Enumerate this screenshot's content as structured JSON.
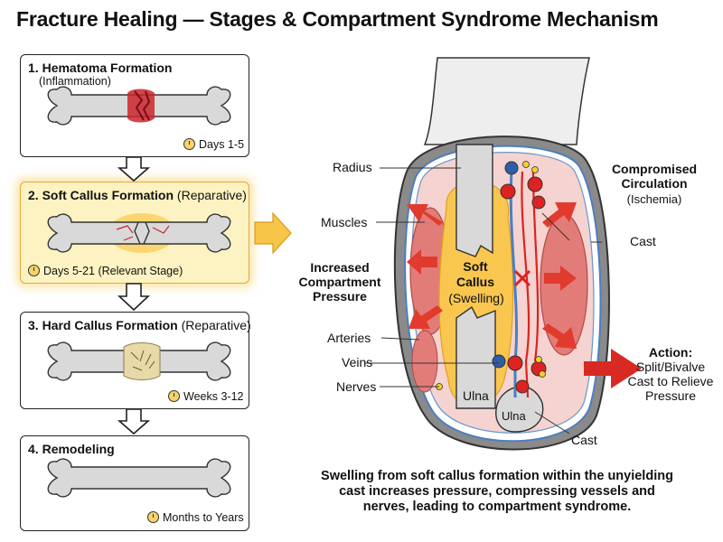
{
  "title": "Fracture Healing — Stages & Compartment Syndrome Mechanism",
  "stages": [
    {
      "number": "1.",
      "name": "Hematoma Formation",
      "phase": "(Inflammation)",
      "time": "Days 1-5"
    },
    {
      "number": "2.",
      "name": "Soft Callus Formation",
      "phase": "(Reparative)",
      "time": "Days 5-21 (Relevant Stage)"
    },
    {
      "number": "3.",
      "name": "Hard Callus Formation",
      "phase": "(Reparative)",
      "time": "Weeks 3-12"
    },
    {
      "number": "4.",
      "name": "Remodeling",
      "phase": "",
      "time": "Months to Years"
    }
  ],
  "diagram": {
    "labels": {
      "radius": "Radius",
      "muscles": "Muscles",
      "increased_pressure": "Increased Compartment Pressure",
      "arteries": "Arteries",
      "veins": "Veins",
      "nerves": "Nerves",
      "soft_callus_line1": "Soft",
      "soft_callus_line2": "Callus",
      "soft_callus_sub": "(Swelling)",
      "ulna_bone": "Ulna",
      "ulna_small": "Ulna",
      "compromised_line1": "Compromised",
      "compromised_line2": "Circulation",
      "compromised_sub": "(Ischemia)",
      "cast_right": "Cast",
      "cast_bottom": "Cast",
      "action_title": "Action:",
      "action_line1": "Split/Bivalve",
      "action_line2": "Cast to Relieve",
      "action_line3": "Pressure"
    }
  },
  "caption": "Swelling from soft callus formation within the unyielding cast increases pressure, compressing vessels and nerves, leading to compartment syndrome.",
  "colors": {
    "bone": "#d9d9d9",
    "hematoma": "#c9252c",
    "muscle": "#e8a2a0",
    "callus": "#f9c74f",
    "cast": "#7f7f7f",
    "arrow": "#e13b2e",
    "highlight": "#fdf3c2"
  }
}
